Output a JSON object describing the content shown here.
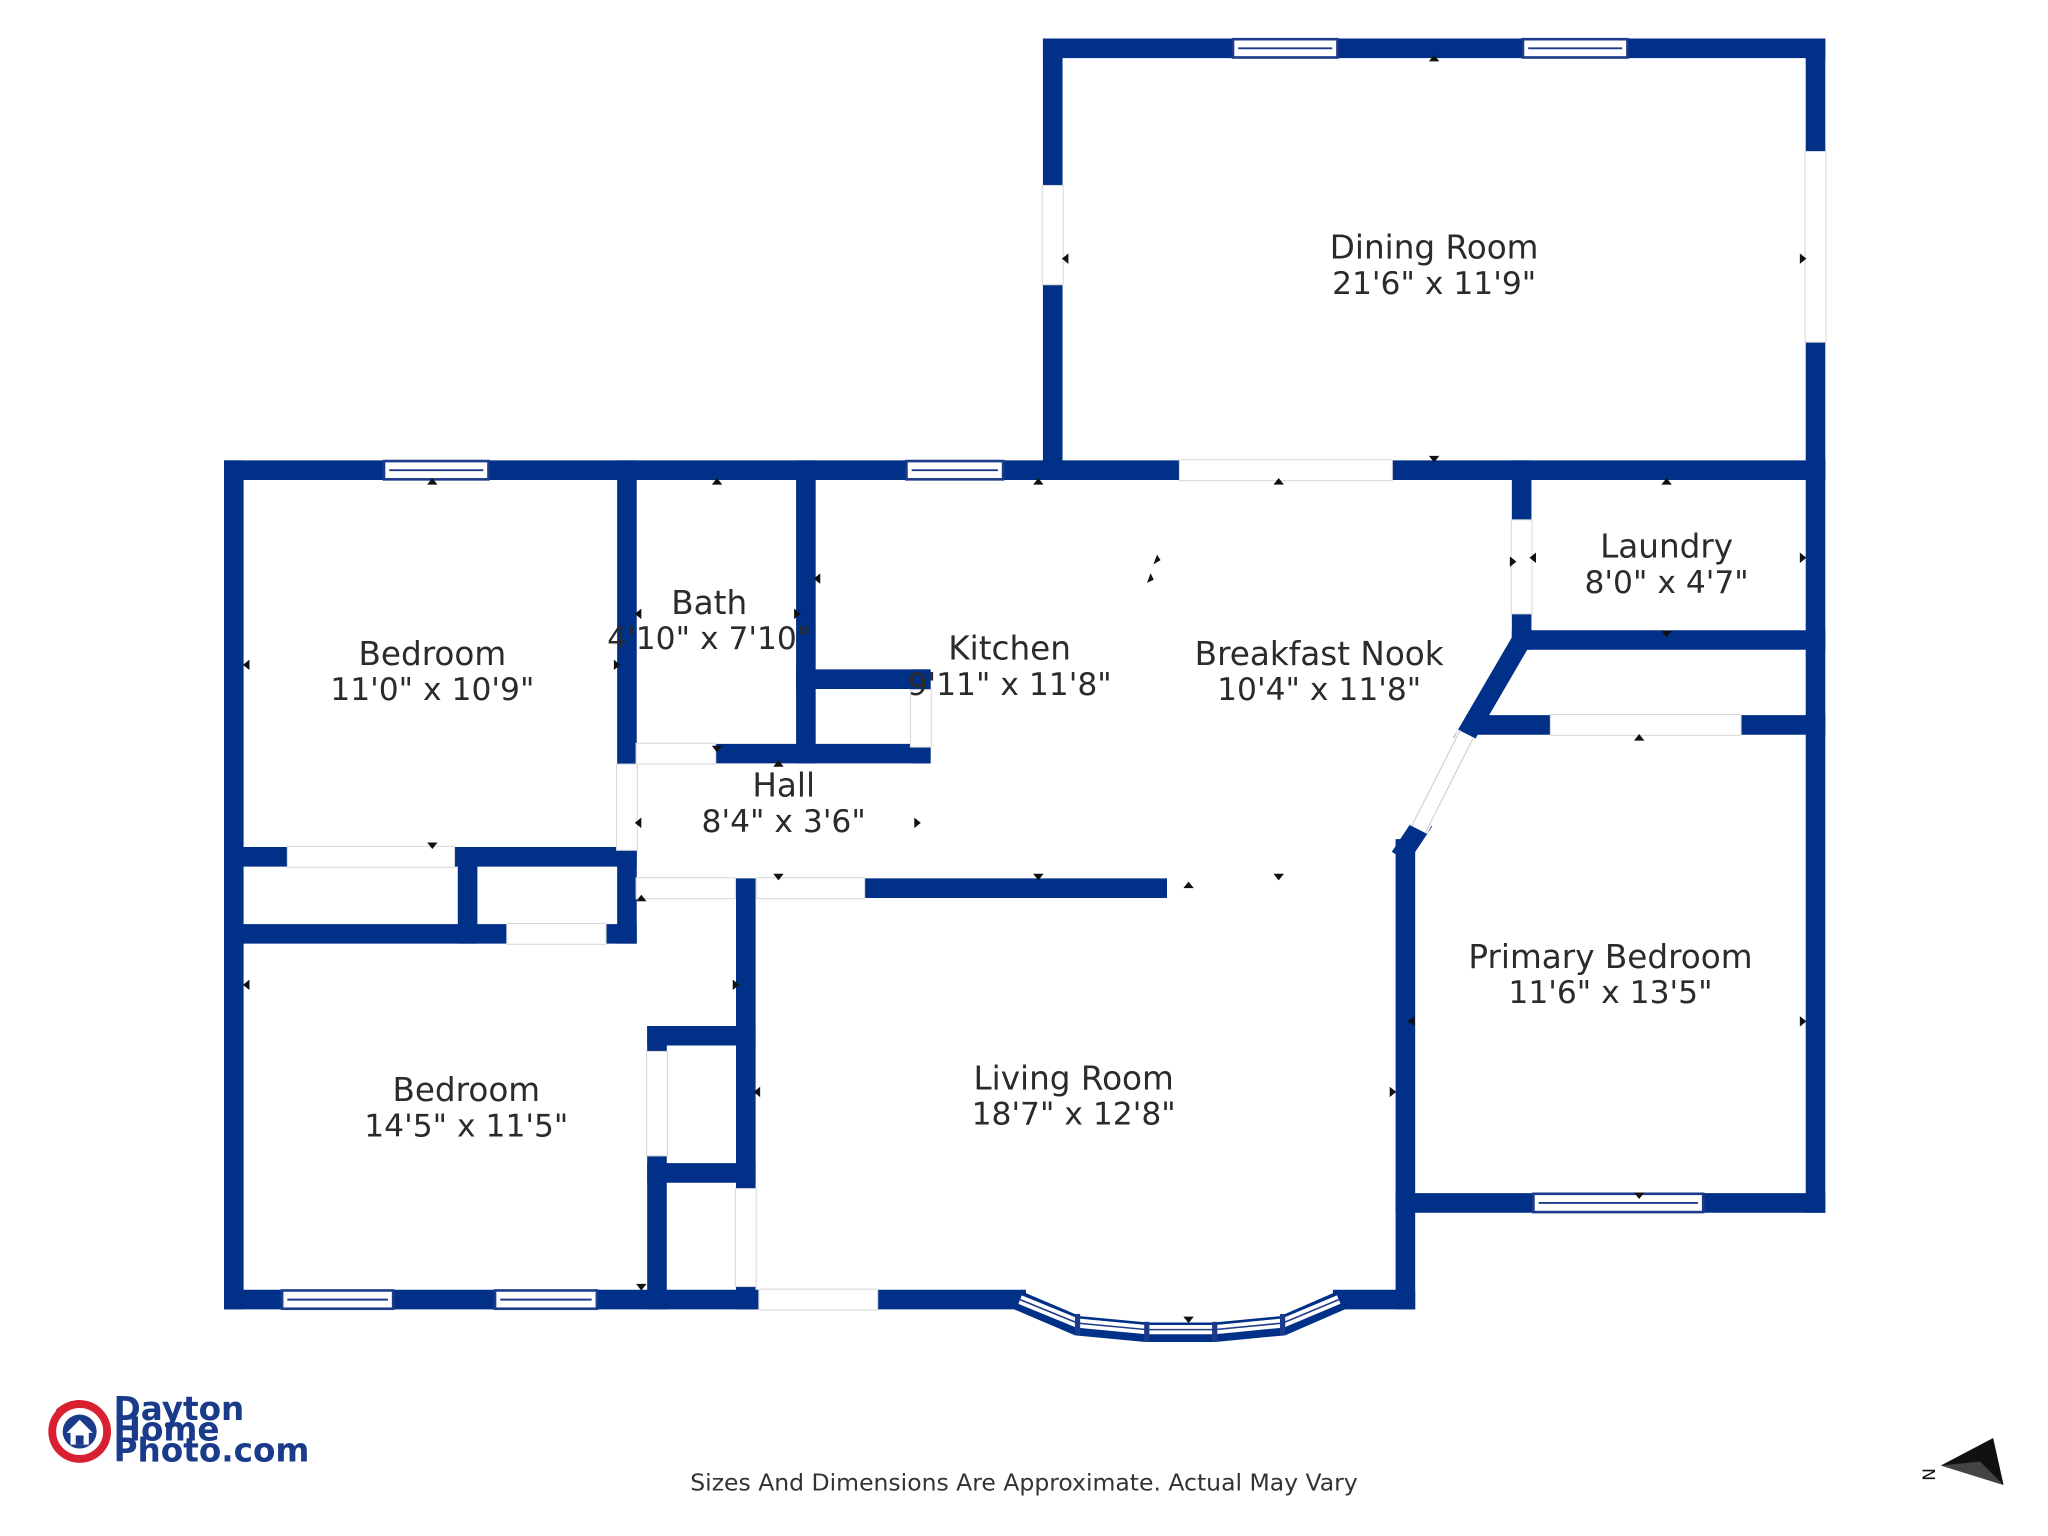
{
  "colors": {
    "wall": "#003087",
    "window_frame": "#1e3a8a",
    "opening": "#ffffff",
    "logo_red": "#d92030",
    "logo_blue": "#1a3a8a"
  },
  "rooms": {
    "dining_room": {
      "name": "Dining Room",
      "dims": "21'6\" x 11'9\""
    },
    "laundry": {
      "name": "Laundry",
      "dims": "8'0\" x 4'7\""
    },
    "bedroom_1": {
      "name": "Bedroom",
      "dims": "11'0\" x 10'9\""
    },
    "bath": {
      "name": "Bath",
      "dims": "4'10\" x 7'10\""
    },
    "kitchen": {
      "name": "Kitchen",
      "dims": "9'11\" x 11'8\""
    },
    "breakfast_nook": {
      "name": "Breakfast Nook",
      "dims": "10'4\" x 11'8\""
    },
    "hall": {
      "name": "Hall",
      "dims": "8'4\" x 3'6\""
    },
    "primary_bedroom": {
      "name": "Primary Bedroom",
      "dims": "11'6\" x 13'5\""
    },
    "living_room": {
      "name": "Living Room",
      "dims": "18'7\" x 12'8\""
    },
    "bedroom_2": {
      "name": "Bedroom",
      "dims": "14'5\" x 11'5\""
    }
  },
  "logo": {
    "line1": "Dayton",
    "line2": "Home",
    "line3": "Photo.com",
    "icon": "house-camera-icon"
  },
  "disclaimer": "Sizes And Dimensions Are Approximate. Actual May Vary",
  "compass": {
    "letter": "N",
    "icon": "north-arrow-icon"
  }
}
